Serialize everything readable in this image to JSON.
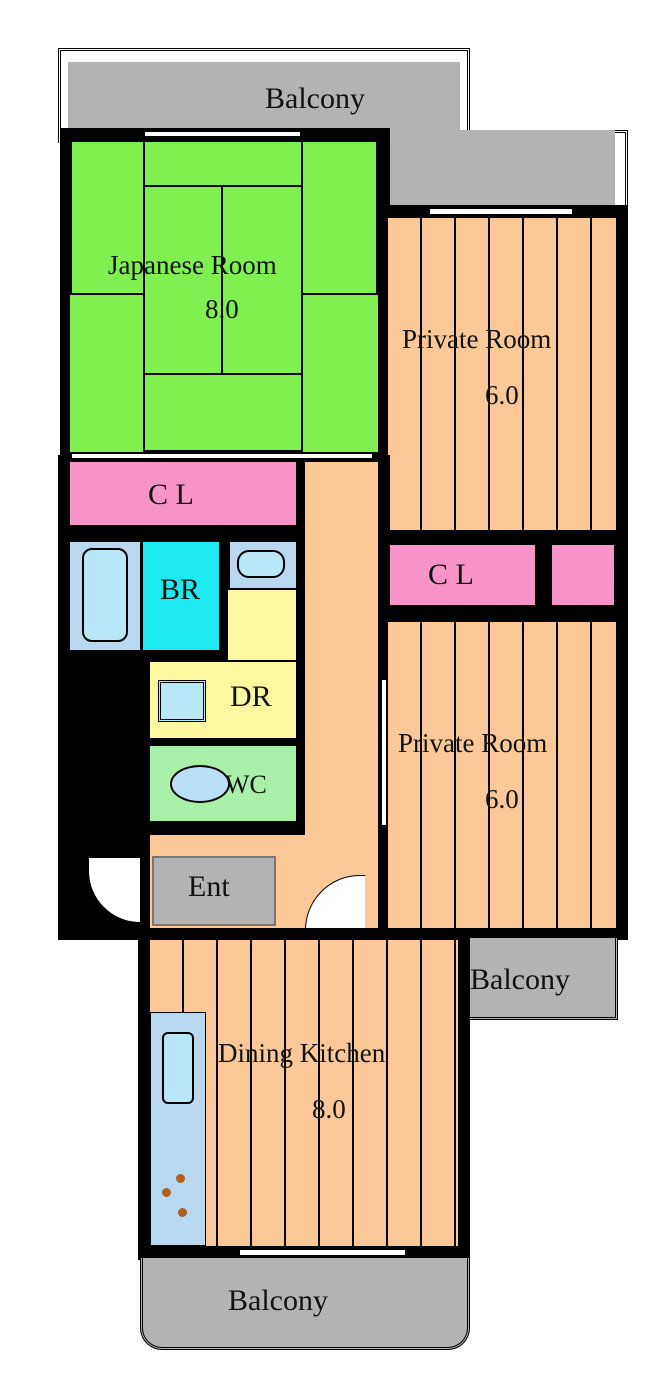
{
  "rooms": {
    "balcony_top": "Balcony",
    "japanese_room": {
      "name": "Japanese Room",
      "size": "8.0"
    },
    "private_room_1": {
      "name": "Private Room",
      "size": "6.0"
    },
    "closet_left": "C L",
    "closet_right": "C L",
    "bathroom": "BR",
    "dressing_room": "DR",
    "toilet": "WC",
    "private_room_2": {
      "name": "Private Room",
      "size": "6.0"
    },
    "entrance": "Ent",
    "balcony_right": "Balcony",
    "dining_kitchen": {
      "name": "Dining Kitchen",
      "size": "8.0"
    },
    "balcony_bottom": "Balcony"
  }
}
